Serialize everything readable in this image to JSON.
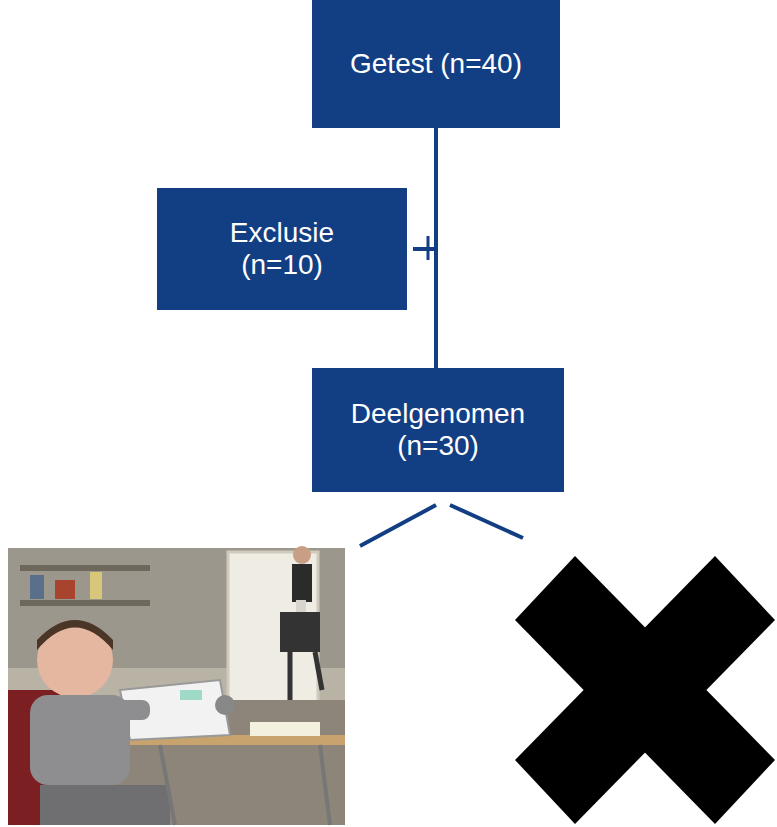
{
  "diagram": {
    "nodes": [
      {
        "text": [
          "Getest (n=40)"
        ]
      },
      {
        "text": [
          "Exclusie (n=10)"
        ]
      },
      {
        "text": [
          "Deelgenomen (n=30)"
        ]
      }
    ],
    "edges": [
      {
        "from": 0,
        "to": 1,
        "arrow": "none"
      },
      {
        "from": 0,
        "to": 2,
        "arrow": "none"
      }
    ]
  }
}
